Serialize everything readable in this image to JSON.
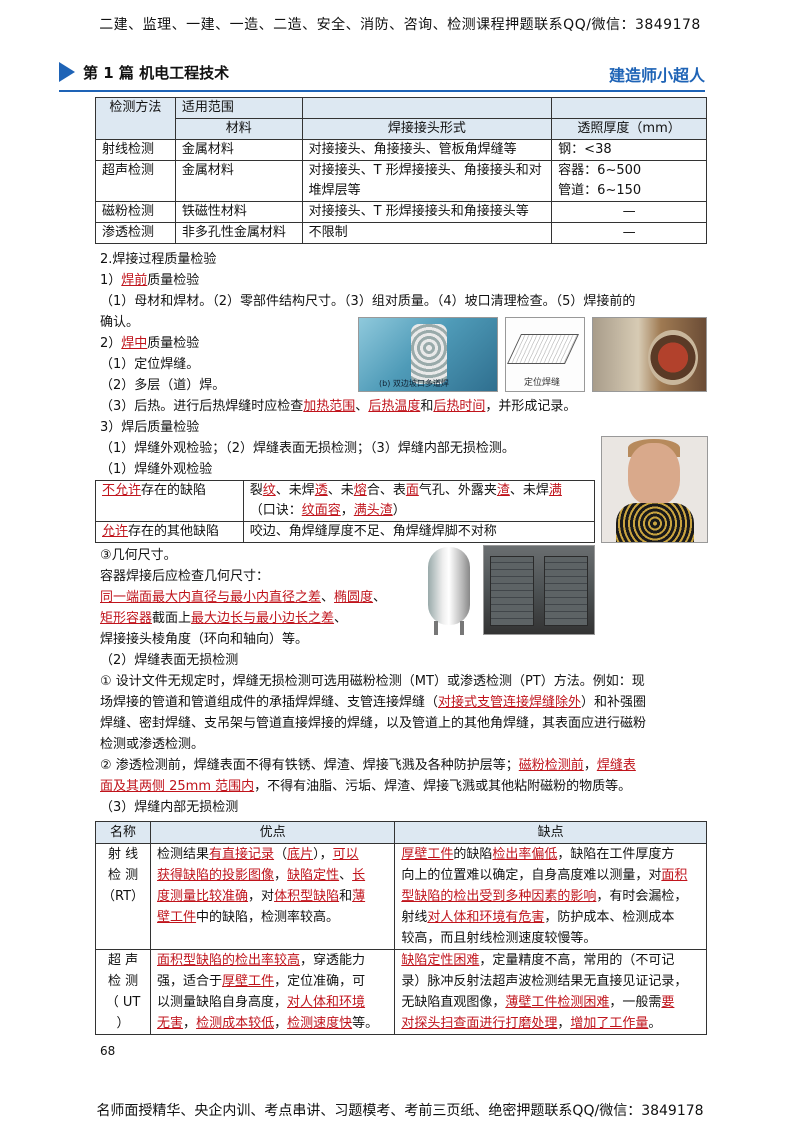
{
  "header_banner": "二建、监理、一建、一造、二造、安全、消防、咨询、检测课程押题联系QQ/微信：3849178",
  "chapter": {
    "title": "第 1 篇  机电工程技术",
    "brand": "建造师小超人"
  },
  "table1": {
    "col_method": "检测方法",
    "col_scope": "适用范围",
    "col_material": "材料",
    "col_joint": "焊接接头形式",
    "col_thickness": "透照厚度（mm）",
    "rows": [
      {
        "method": "射线检测",
        "material": "金属材料",
        "joint": "对接接头、角接接头、管板角焊缝等",
        "thickness": "钢：<38"
      },
      {
        "method": "超声检测",
        "material": "金属材料",
        "joint": "对接接头、T 形焊接接头、角接接头和对堆焊层等",
        "thickness": "容器：6~500",
        "thickness2": "管道：6~150"
      },
      {
        "method": "磁粉检测",
        "material": "铁磁性材料",
        "joint": "对接接头、T 形焊接接头和角接接头等",
        "thickness": "—"
      },
      {
        "method": "渗透检测",
        "material": "非多孔性金属材料",
        "joint": "不限制",
        "thickness": "—"
      }
    ]
  },
  "sec2": {
    "title": "2.焊接过程质量检验",
    "pre_heading_a": "1）",
    "pre_heading_red": "焊前",
    "pre_heading_b": "质量检验",
    "pre_text_1": "（1）母材和焊材。（2）零部件结构尺寸。（3）组对质量。（4）坡口清理检查。（5）焊接前的",
    "pre_text_2": "确认。",
    "mid_heading_a": "2）",
    "mid_heading_red": "焊中",
    "mid_heading_b": "质量检验",
    "mid_1": "（1）定位焊缝。",
    "mid_2": "（2）多层（道）焊。",
    "mid_3_a": "（3）后热。进行后热焊缝时应检查",
    "mid_3_r1": "加热范围",
    "mid_3_s1": "、",
    "mid_3_r2": "后热温度",
    "mid_3_s2": "和",
    "mid_3_r3": "后热时间",
    "mid_3_b": "，并形成记录。",
    "post_heading": "3）焊后质量检验",
    "post_1": "（1）焊缝外观检验；（2）焊缝表面无损检测；（3）焊缝内部无损检测。",
    "post_visual": "（1）焊缝外观检验",
    "image_caption_weld": "(b) 双边坡口多道焊",
    "image_caption_tack": "定位焊缝"
  },
  "table2": {
    "row1_label_red": "不允许",
    "row1_label_b": "存在的缺陷",
    "row1_t1": "裂",
    "row1_r1": "纹",
    "row1_t2": "、未焊",
    "row1_r2": "透",
    "row1_t3": "、未",
    "row1_r3": "熔",
    "row1_t4": "合、表",
    "row1_r4": "面",
    "row1_t5": "气孔、外露夹",
    "row1_r5": "渣",
    "row1_t6": "、未焊",
    "row1_r6": "满",
    "row1_mn_a": "（口诀：",
    "row1_mn_r1": "纹面容",
    "row1_mn_s": "，",
    "row1_mn_r2": "满头渣",
    "row1_mn_b": "）",
    "row2_label_red": "允许",
    "row2_label_b": "存在的其他缺陷",
    "row2_text": "咬边、角焊缝厚度不足、角焊缝焊脚不对称"
  },
  "geometry": {
    "heading": "③几何尺寸。",
    "intro": "容器焊接后应检查几何尺寸：",
    "l1_r": "同一端面最大内直径与最小内直径之差",
    "l1_s": "、",
    "l1_r2": "椭圆度",
    "l1_e": "、",
    "l2_r": "矩形容器",
    "l2_a": "截面上",
    "l2_r2": "最大边长与最小边长之差",
    "l2_e": "、",
    "l3": "焊接接头棱角度（环向和轴向）等。"
  },
  "surface": {
    "heading": "（2）焊缝表面无损检测",
    "p1_l1": "① 设计文件无规定时，焊缝无损检测可选用磁粉检测（MT）或渗透检测（PT）方法。例如：现",
    "p1_l2_a": "场焊接的管道和管道组成件的承插焊焊缝、支管连接焊缝（",
    "p1_l2_r": "对接式支管连接焊缝除外",
    "p1_l2_b": "）和补强圈",
    "p1_l3": "焊缝、密封焊缝、支吊架与管道直接焊接的焊缝，以及管道上的其他角焊缝，其表面应进行磁粉",
    "p1_l4": "检测或渗透检测。",
    "p2_l1_a": "② 渗透检测前，焊缝表面不得有铁锈、焊渣、焊接飞溅及各种防护层等；",
    "p2_l1_r1": "磁粉检测前",
    "p2_l1_s": "，",
    "p2_l1_r2": "焊缝表",
    "p2_l2_r": "面及其两侧 25mm 范围内",
    "p2_l2_b": "，不得有油脂、污垢、焊渣、焊接飞溅或其他粘附磁粉的物质等。"
  },
  "internal": {
    "heading": "（3）焊缝内部无损检测",
    "col_name": "名称",
    "col_pros": "优点",
    "col_cons": "缺点",
    "rt": {
      "name1": "射 线",
      "name2": "检 测",
      "name3": "（RT）",
      "pro_1a": "检测结果",
      "pro_1r": "有直接记录",
      "pro_1b": "（",
      "pro_1r2": "底片",
      "pro_1c": "），",
      "pro_1r3": "可以",
      "pro_2r": "获得缺陷的投影图像",
      "pro_2s": "，",
      "pro_2r2": "缺陷定性",
      "pro_2s2": "、",
      "pro_2r3": "长",
      "pro_3r": "度测量比较准确",
      "pro_3a": "，对",
      "pro_3r2": "体积型缺陷",
      "pro_3b": "和",
      "pro_3r3": "薄",
      "pro_4r": "壁工件",
      "pro_4a": "中的缺陷，检测率较高。",
      "con_1r": "厚壁工件",
      "con_1a": "的缺陷",
      "con_1r2": "检出率偏低",
      "con_1b": "，缺陷在工件厚度方",
      "con_2": "向上的位置难以确定，自身高度难以测量，对",
      "con_2r": "面积",
      "con_3r": "型缺陷的检出受到多种因素的影响",
      "con_3a": "，有时会漏检，",
      "con_4a": "射线",
      "con_4r": "对人体和环境有危害",
      "con_4b": "，防护成本、检测成本",
      "con_5": "较高，而且射线检测速度较慢等。"
    },
    "ut": {
      "name1": "超 声",
      "name2": "检 测",
      "name3": "（ UT",
      "name4": "）",
      "pro_1r": "面积型缺陷的检出率较高",
      "pro_1a": "，穿透能力",
      "pro_2a": "强，适合于",
      "pro_2r": "厚壁工件",
      "pro_2b": "，定位准确，可",
      "pro_3a": "以测量缺陷自身高度，",
      "pro_3r": "对人体和环境",
      "pro_4r": "无害",
      "pro_4s": "，",
      "pro_4r2": "检测成本较低",
      "pro_4s2": "，",
      "pro_4r3": "检测速度快",
      "pro_4b": "等。",
      "con_1r": "缺陷定性困难",
      "con_1a": "，定量精度不高，常用的（不可记",
      "con_2": "录）脉冲反射法超声波检测结果无直接见证记录，",
      "con_3a": "无缺陷直观图像，",
      "con_3r": "薄壁工件检测困难",
      "con_3b": "，一般需",
      "con_3r2": "要",
      "con_4r": "对探头扫查面进行打磨处理",
      "con_4s": "，",
      "con_4r2": "增加了工作量",
      "con_4b": "。"
    }
  },
  "page_number": "68",
  "footer_banner": "名师面授精华、央企内训、考点串讲、习题模考、考前三页纸、绝密押题联系QQ/微信：3849178",
  "colors": {
    "accent": "#1e63b6",
    "highlight": "#c0141c",
    "table_header": "#dde8f2"
  }
}
